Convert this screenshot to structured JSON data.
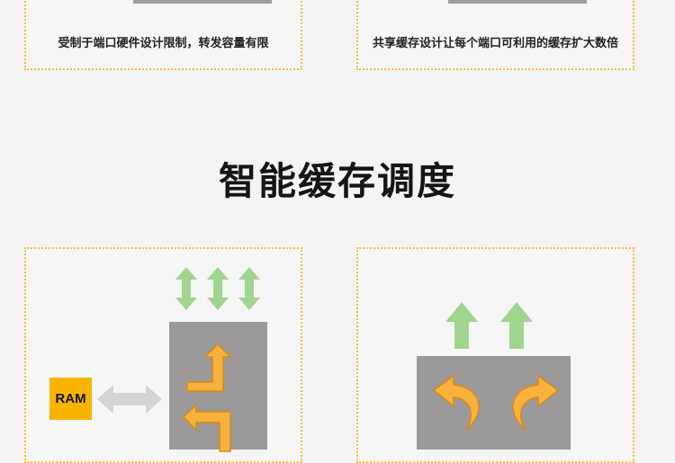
{
  "top_panels": [
    {
      "caption": "受制于端口硬件设计限制，转发容量有限"
    },
    {
      "caption": "共享缓存设计让每个端口可利用的缓存扩大数倍"
    }
  ],
  "section": {
    "title": "智能缓存调度"
  },
  "bottom_left": {
    "ram_label": "RAM"
  },
  "colors": {
    "border": "#f2c033",
    "green_arrow": "#9fd58f",
    "orange_arrow": "#f6b23c",
    "gray_block": "#9b9999",
    "ram_bg": "#f9b400"
  }
}
